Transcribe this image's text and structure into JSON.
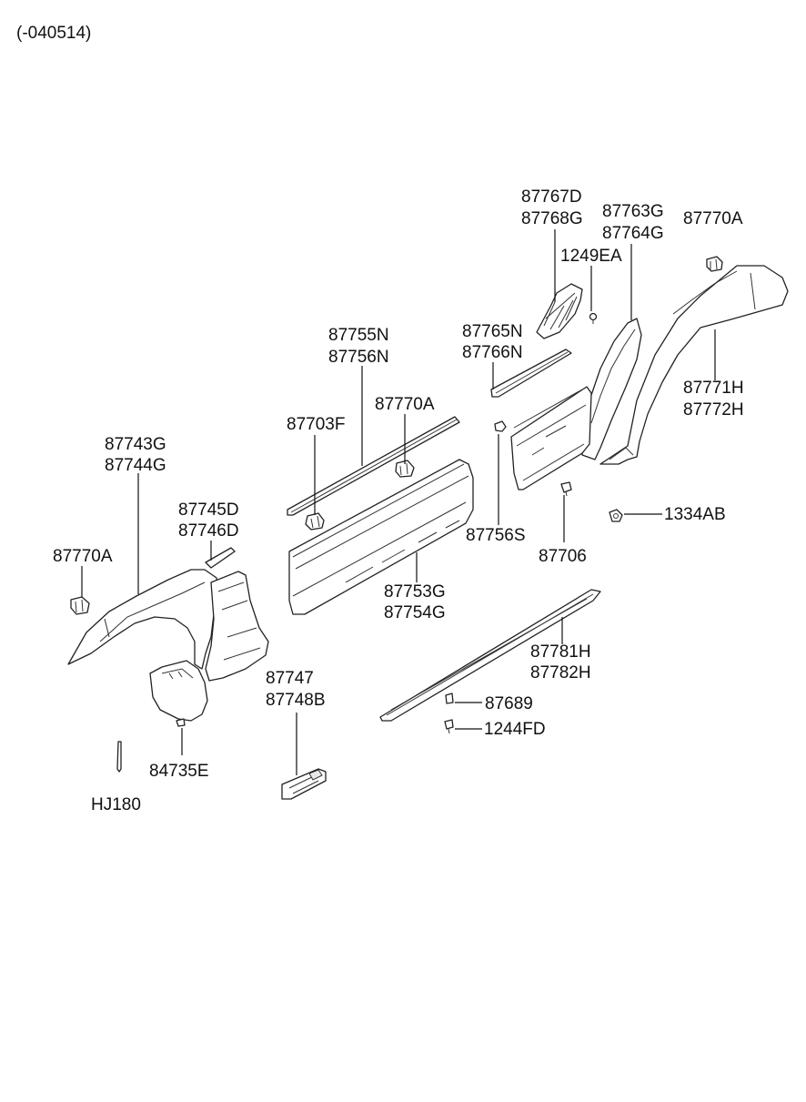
{
  "header": {
    "code": "(-040514)"
  },
  "labels": {
    "l87767D": "87767D",
    "l87768G": "87768G",
    "l87763G": "87763G",
    "l87764G": "87764G",
    "l87770A_top": "87770A",
    "l1249EA": "1249EA",
    "l87765N": "87765N",
    "l87766N": "87766N",
    "l87755N": "87755N",
    "l87756N": "87756N",
    "l87771H": "87771H",
    "l87772H": "87772H",
    "l87703F": "87703F",
    "l87770A_mid": "87770A",
    "l87743G": "87743G",
    "l87744G": "87744G",
    "l87745D": "87745D",
    "l87746D": "87746D",
    "l1334AB": "1334AB",
    "l87756S": "87756S",
    "l87706": "87706",
    "l87770A_left": "87770A",
    "l87753G": "87753G",
    "l87754G": "87754G",
    "l87781H": "87781H",
    "l87782H": "87782H",
    "l87747": "87747",
    "l87748B": "87748B",
    "l87689": "87689",
    "l1244FD": "1244FD",
    "l84735E": "84735E",
    "lHJ180": "HJ180"
  }
}
